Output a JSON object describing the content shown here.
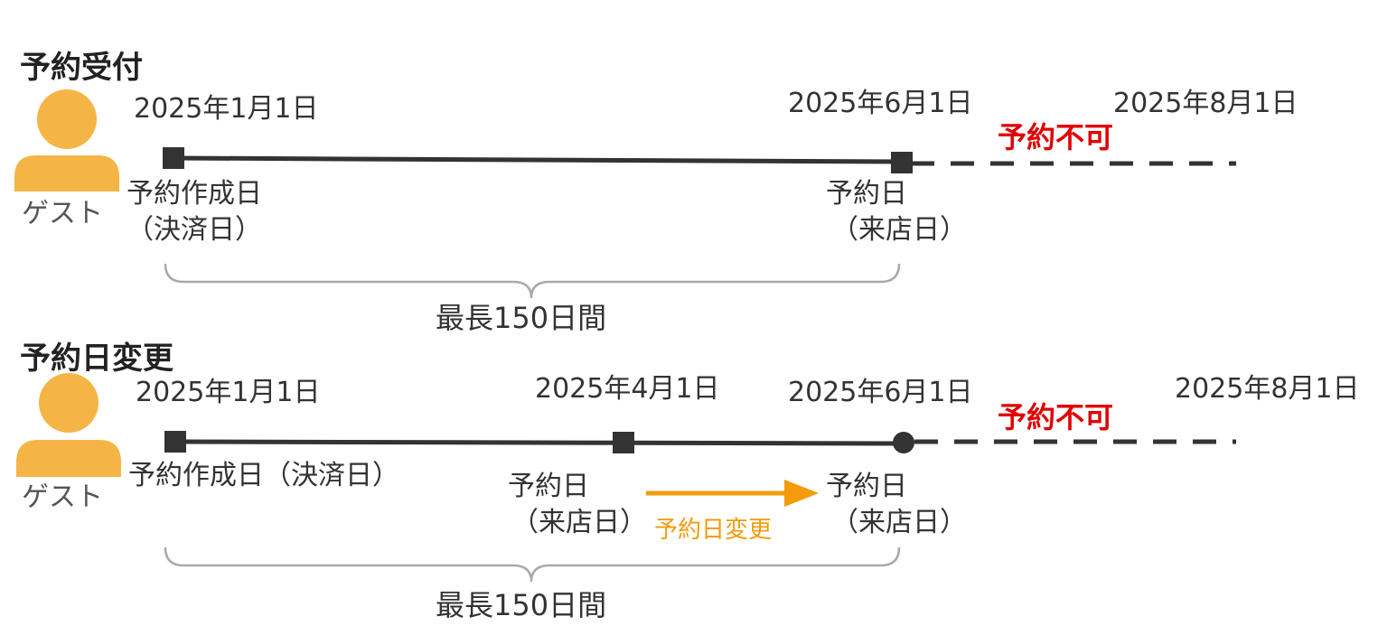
{
  "colors": {
    "timeline": "#333333",
    "guest_icon": "#F4B546",
    "not_allowed": "#E00000",
    "change_arrow": "#F39B0A",
    "brace": "#AAAAAA"
  },
  "icons": {
    "guest": "person-icon"
  },
  "section1": {
    "title": "予約受付",
    "guest_label": "ゲスト",
    "date_start": "2025年1月1日",
    "date_reservation": "2025年6月1日",
    "date_end": "2025年8月1日",
    "not_allowed": "予約不可",
    "created_line1": "予約作成日",
    "created_line2": "（決済日）",
    "reserved_line1": "予約日",
    "reserved_line2": "（来店日）",
    "span_label": "最長150日間"
  },
  "section2": {
    "title": "予約日変更",
    "guest_label": "ゲスト",
    "date_start": "2025年1月1日",
    "date_original": "2025年4月1日",
    "date_new": "2025年6月1日",
    "date_end": "2025年8月1日",
    "not_allowed": "予約不可",
    "created_label": "予約作成日（決済日）",
    "original_line1": "予約日",
    "original_line2": "（来店日）",
    "change_label": "予約日変更",
    "new_line1": "予約日",
    "new_line2": "（来店日）",
    "span_label": "最長150日間"
  }
}
